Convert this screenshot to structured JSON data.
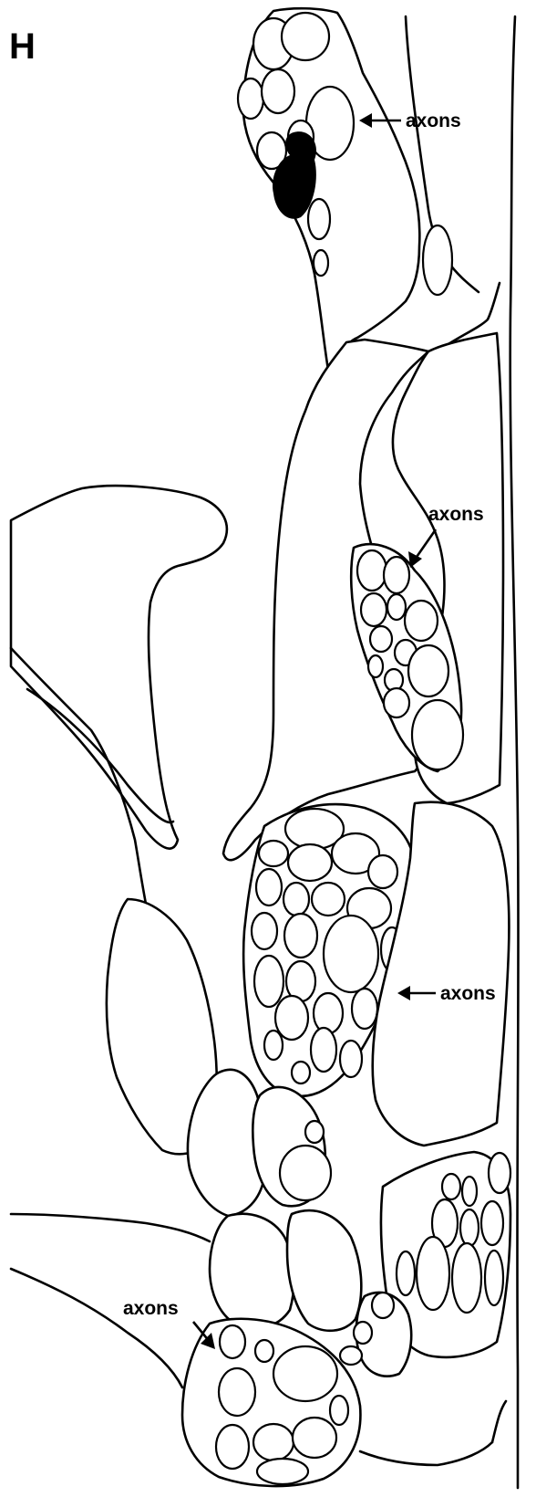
{
  "figure": {
    "panel_letter": "H",
    "labels": [
      {
        "id": "top",
        "text": "axons"
      },
      {
        "id": "upper-right",
        "text": "axons"
      },
      {
        "id": "middle-right",
        "text": "axons"
      },
      {
        "id": "lower-left",
        "text": "axons"
      }
    ]
  }
}
